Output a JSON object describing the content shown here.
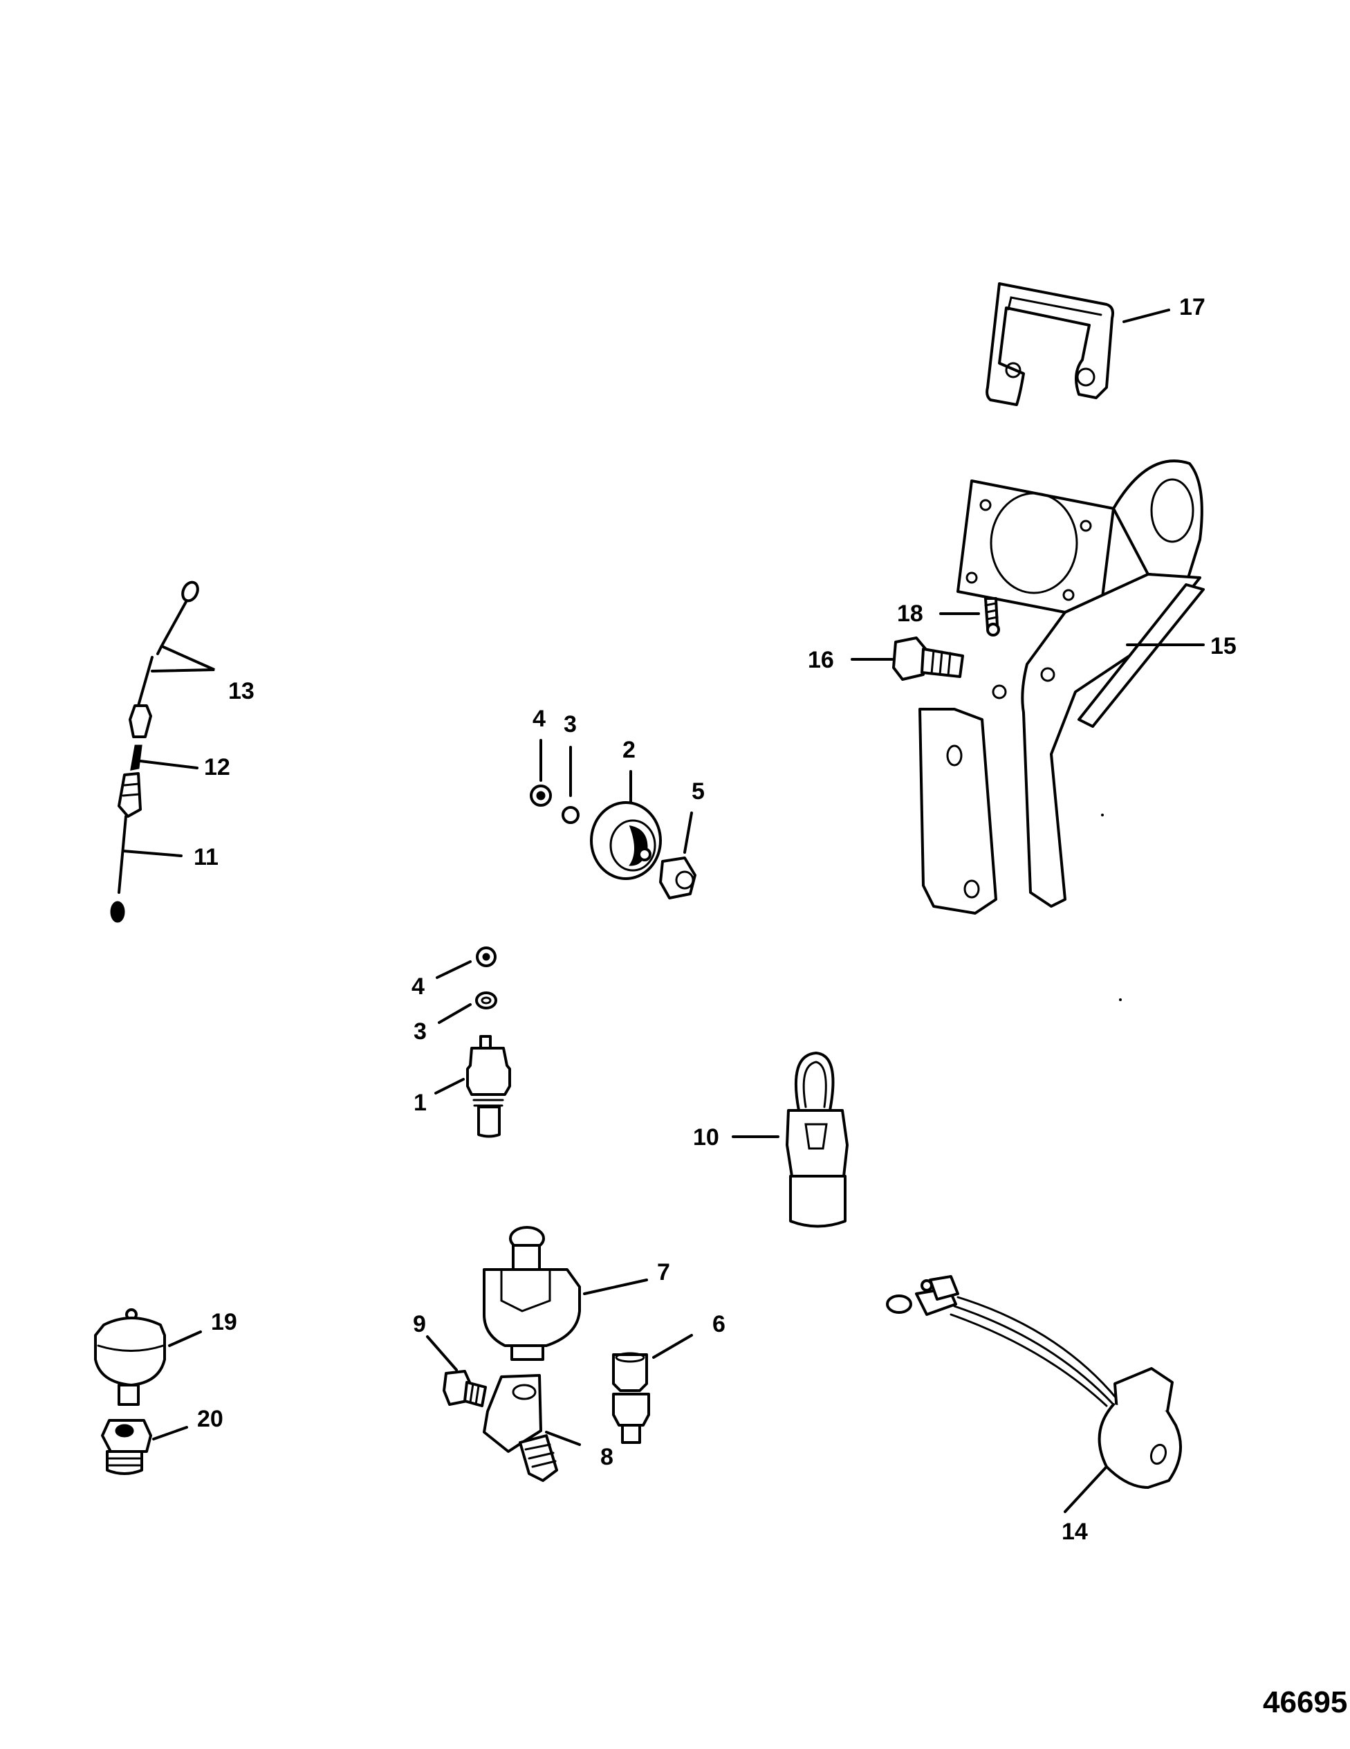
{
  "figure": {
    "id": "46695",
    "type": "exploded parts diagram"
  },
  "callouts": {
    "c1": "1",
    "c2": "2",
    "c3a": "3",
    "c3b": "3",
    "c4a": "4",
    "c4b": "4",
    "c5": "5",
    "c6": "6",
    "c7": "7",
    "c8": "8",
    "c9": "9",
    "c10": "10",
    "c11": "11",
    "c12": "12",
    "c13": "13",
    "c14": "14",
    "c15": "15",
    "c16": "16",
    "c17": "17",
    "c18": "18",
    "c19": "19",
    "c20": "20"
  }
}
